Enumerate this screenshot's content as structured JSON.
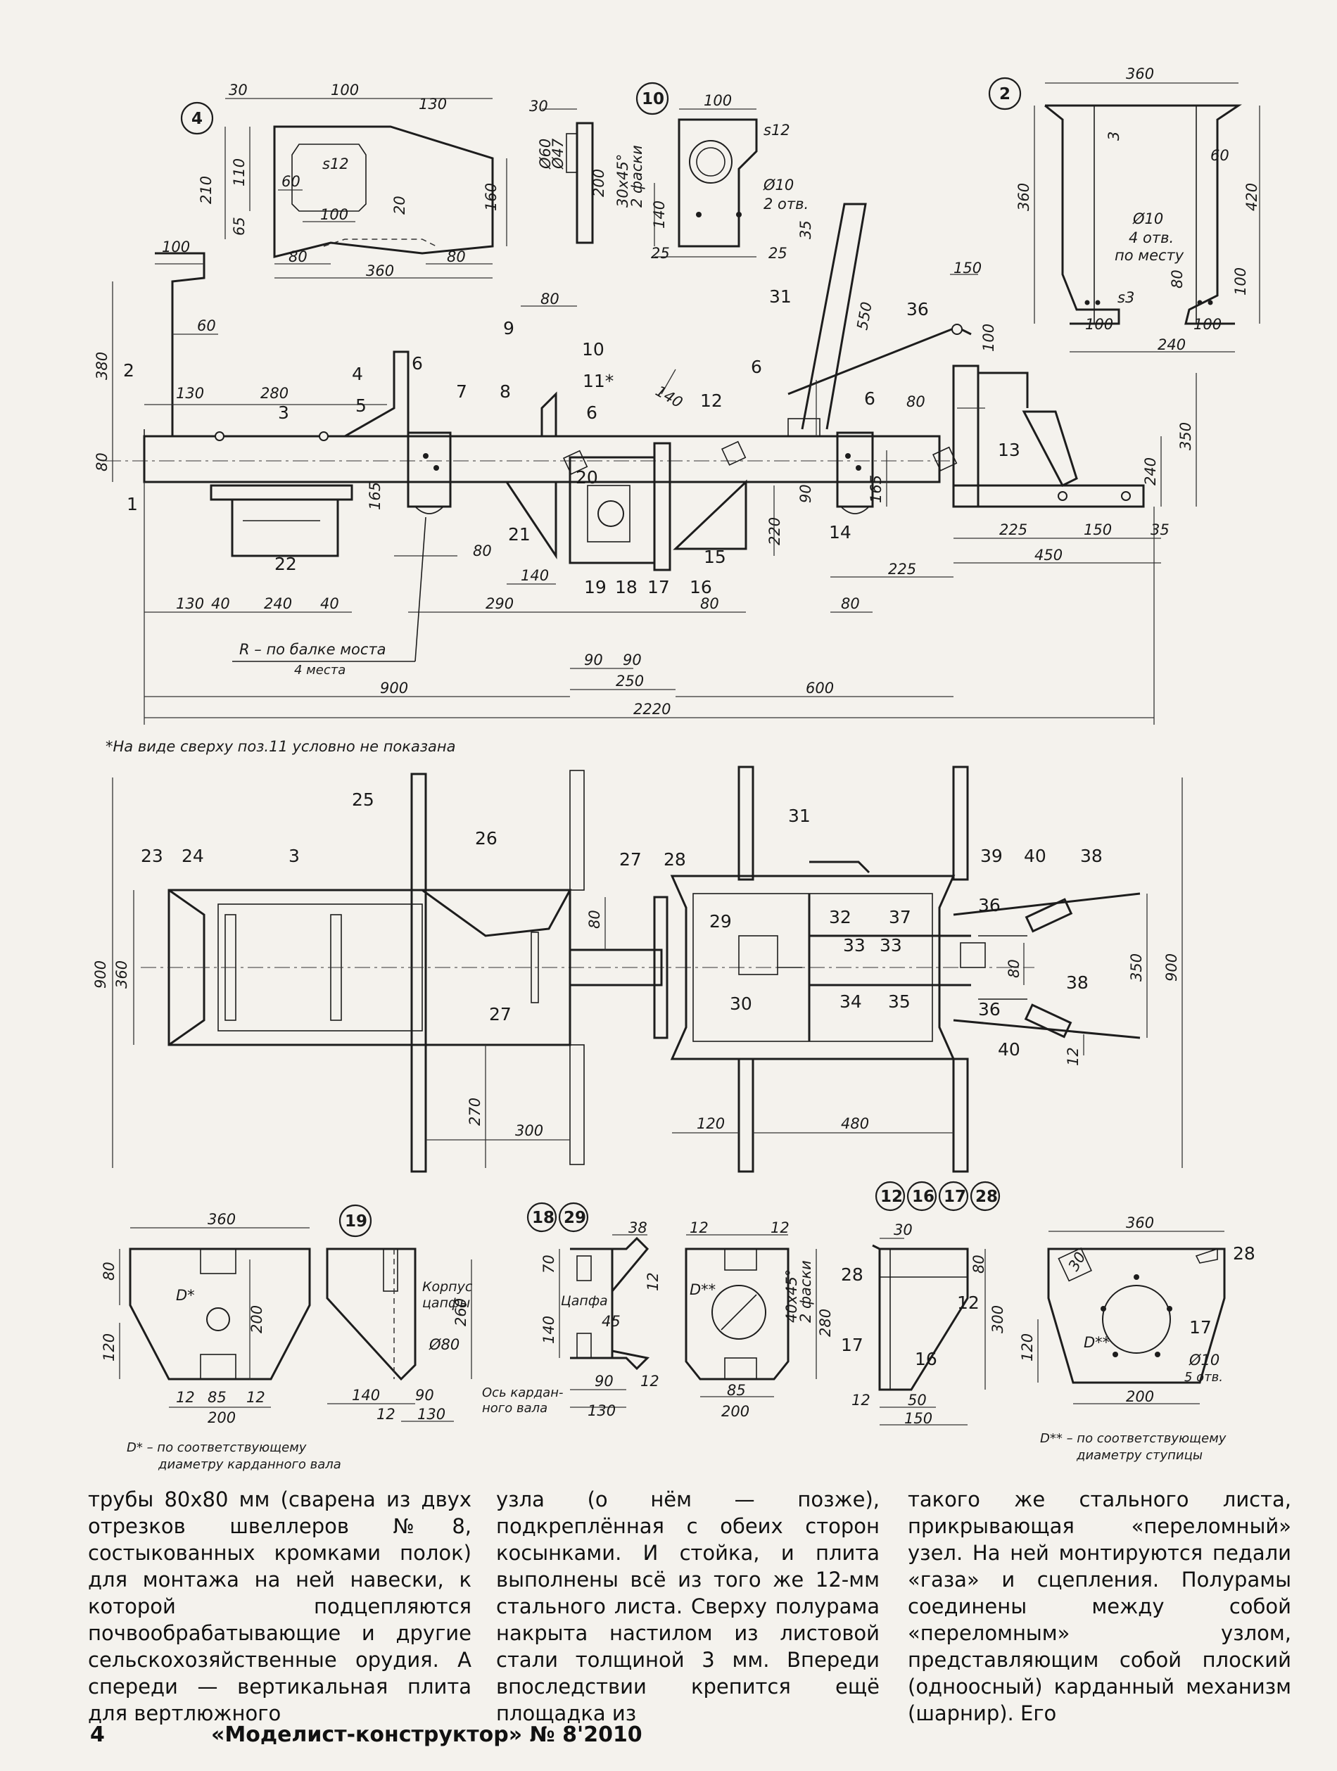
{
  "bubbles": {
    "b4": "4",
    "b10": "10",
    "b2": "2",
    "b19": "19",
    "b18": "18",
    "b29": "29",
    "b12": "12",
    "b16": "16",
    "b17": "17",
    "b28": "28"
  },
  "part4": {
    "dims": [
      "30",
      "100",
      "130",
      "210",
      "110",
      "65",
      "60",
      "s12",
      "100",
      "20",
      "160",
      "80",
      "360",
      "80"
    ]
  },
  "part10": {
    "dims": [
      "30",
      "100",
      "s12",
      "Ø60",
      "Ø47",
      "200",
      "30x45°",
      "2 фаски",
      "140",
      "Ø10",
      "2 отв.",
      "35",
      "25",
      "25"
    ]
  },
  "part2": {
    "dims": [
      "360",
      "3",
      "60",
      "420",
      "360",
      "Ø10",
      "4 отв.",
      "по месту",
      "80",
      "s3",
      "100",
      "100",
      "100",
      "240"
    ]
  },
  "side": {
    "dims": [
      "100",
      "380",
      "60",
      "130",
      "280",
      "80",
      "165",
      "80",
      "80",
      "140",
      "150",
      "550",
      "100",
      "80",
      "350",
      "240",
      "90",
      "220",
      "165",
      "225",
      "150",
      "35",
      "450",
      "225",
      "130",
      "40",
      "240",
      "40",
      "290",
      "140",
      "80",
      "90",
      "90",
      "250",
      "900",
      "600",
      "2220"
    ],
    "positions": [
      "1",
      "2",
      "3",
      "4",
      "5",
      "6",
      "7",
      "8",
      "9",
      "10",
      "11*",
      "6",
      "6",
      "12",
      "31",
      "36",
      "6",
      "13",
      "14",
      "15",
      "16",
      "17",
      "18",
      "19",
      "20",
      "21",
      "22"
    ],
    "radius_note": "R – по балке моста",
    "radius_sub": "4 места",
    "footnote": "*На виде сверху поз.11 условно не показана"
  },
  "top": {
    "dims": [
      "900",
      "360",
      "80",
      "270",
      "300",
      "120",
      "480",
      "80",
      "350",
      "900",
      "12"
    ],
    "positions": [
      "23",
      "24",
      "3",
      "25",
      "26",
      "27",
      "27",
      "28",
      "29",
      "30",
      "31",
      "32",
      "33",
      "33",
      "34",
      "35",
      "36",
      "36",
      "37",
      "38",
      "38",
      "39",
      "40",
      "40"
    ]
  },
  "plate": {
    "dims": [
      "360",
      "80",
      "D*",
      "200",
      "120",
      "12",
      "85",
      "12",
      "200"
    ],
    "note_line1": "D* – по соответствующему",
    "note_line2": "диаметру карданного вала"
  },
  "part19": {
    "dims": [
      "Корпус",
      "цапфы",
      "260",
      "Ø80",
      "140",
      "90",
      "12",
      "130"
    ],
    "axis_note_1": "Ось кардан-",
    "axis_note_2": "ного вала"
  },
  "part18": {
    "dims": [
      "38",
      "70",
      "12",
      "Цапфа",
      "45",
      "140",
      "90",
      "12",
      "130"
    ]
  },
  "part29": {
    "dims": [
      "12",
      "12",
      "D**",
      "40x45°",
      "2 фаски",
      "280",
      "85",
      "200"
    ]
  },
  "group12": {
    "dims": [
      "30",
      "80",
      "28",
      "12",
      "300",
      "17",
      "16",
      "12",
      "50",
      "150"
    ]
  },
  "part17": {
    "dims": [
      "360",
      "28",
      "30",
      "D**",
      "17",
      "120",
      "Ø10",
      "5 отв.",
      "200"
    ],
    "note_line1": "D** – по соответствующему",
    "note_line2": "диаметру ступицы"
  },
  "text": {
    "col1": "трубы 80х80 мм (сварена из двух отрезков швеллеров №8, состыкованных кромками полок) для монтажа на ней навески, к которой подцепляются почвообрабатывающие и другие сельскохозяйственные орудия. А спереди — вертикальная плита для вертлюжного",
    "col2": "узла (о нём — позже), подкреплённая с обеих сторон косынками. И стойка, и плита выполнены всё из того же 12-мм стального листа. Сверху полурама накрыта настилом из листовой стали толщиной 3 мм. Впереди впоследствии крепится ещё площадка из",
    "col3": "такого же стального листа, прикрывающая «переломный» узел. На ней монтируются педали «газа» и сцепления. Полурамы соединены между собой «переломным» узлом, представляющим собой плоский (одноосный) карданный механизм (шарнир). Его"
  },
  "footer": {
    "page_number": "4",
    "journal": "«Моделист-конструктор» № 8'2010"
  }
}
